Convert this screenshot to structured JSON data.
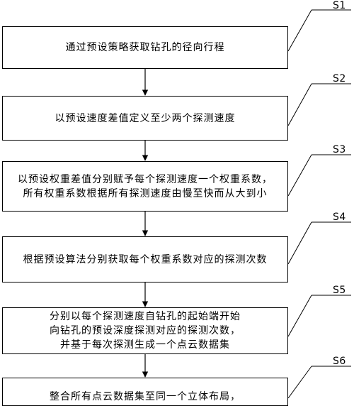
{
  "steps": [
    {
      "id": "S1",
      "lines": [
        "通过预设策略获取钻孔的径向行程"
      ]
    },
    {
      "id": "S2",
      "lines": [
        "以预设速度差值定义至少两个探测速度"
      ]
    },
    {
      "id": "S3",
      "lines": [
        "以预设权重差值分别赋予每个探测速度一个权重系数，",
        "所有权重系数根据所有探测速度由慢至快而从大到小"
      ]
    },
    {
      "id": "S4",
      "lines": [
        "根据预设算法分别获取每个权重系数对应的探测次数"
      ]
    },
    {
      "id": "S5",
      "lines": [
        "分别以每个探测速度自钻孔的起始端开始",
        "向钻孔的预设深度探测对应的探测次数，",
        "并基于每次探测生成一个点云数据集"
      ]
    },
    {
      "id": "S6",
      "lines": [
        "整合所有点云数据集至同一个立体布局，"
      ]
    }
  ]
}
